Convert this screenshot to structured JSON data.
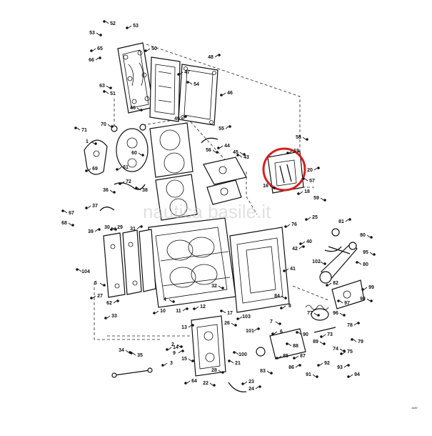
{
  "diagram": {
    "watermark": "nautica basile.it",
    "figure_code": "1487",
    "highlight_color": "#d42020",
    "callouts": [
      {
        "id": "c52",
        "text": "52"
      },
      {
        "id": "c53a",
        "text": "53"
      },
      {
        "id": "c53b",
        "text": "53"
      },
      {
        "id": "c66",
        "text": "66"
      },
      {
        "id": "c65",
        "text": "65"
      },
      {
        "id": "c63",
        "text": "63"
      },
      {
        "id": "c51",
        "text": "51"
      },
      {
        "id": "c46a",
        "text": "46"
      },
      {
        "id": "c46b",
        "text": "46"
      },
      {
        "id": "c49",
        "text": "49"
      },
      {
        "id": "c47",
        "text": "47"
      },
      {
        "id": "c70",
        "text": "70"
      },
      {
        "id": "c71",
        "text": "71"
      },
      {
        "id": "c1",
        "text": "1"
      },
      {
        "id": "c69",
        "text": "69"
      },
      {
        "id": "c55",
        "text": "55"
      },
      {
        "id": "c44",
        "text": "44"
      },
      {
        "id": "c45",
        "text": "45"
      },
      {
        "id": "c43",
        "text": "43"
      },
      {
        "id": "c58",
        "text": "58"
      },
      {
        "id": "c19",
        "text": "19"
      },
      {
        "id": "c20",
        "text": "20"
      },
      {
        "id": "c18",
        "text": "18"
      },
      {
        "id": "c16",
        "text": "16"
      },
      {
        "id": "c57",
        "text": "57"
      },
      {
        "id": "c59",
        "text": "59"
      },
      {
        "id": "c25",
        "text": "25"
      },
      {
        "id": "c39",
        "text": "39"
      },
      {
        "id": "c37",
        "text": "37"
      },
      {
        "id": "c36",
        "text": "36"
      },
      {
        "id": "c38",
        "text": "38"
      },
      {
        "id": "c30",
        "text": "30"
      },
      {
        "id": "c29",
        "text": "29"
      },
      {
        "id": "c31",
        "text": "31"
      },
      {
        "id": "c76",
        "text": "76"
      },
      {
        "id": "c80a",
        "text": "80"
      },
      {
        "id": "c80b",
        "text": "80"
      },
      {
        "id": "c95",
        "text": "95"
      },
      {
        "id": "c40",
        "text": "40"
      },
      {
        "id": "c42",
        "text": "42"
      },
      {
        "id": "c41",
        "text": "41"
      },
      {
        "id": "c102",
        "text": "102"
      },
      {
        "id": "c104",
        "text": "104"
      },
      {
        "id": "c5",
        "text": "5"
      },
      {
        "id": "c27",
        "text": "27"
      },
      {
        "id": "c62",
        "text": "62"
      },
      {
        "id": "c33",
        "text": "33"
      },
      {
        "id": "c34",
        "text": "34"
      },
      {
        "id": "c35",
        "text": "35"
      },
      {
        "id": "c4",
        "text": "4"
      },
      {
        "id": "c10",
        "text": "10"
      },
      {
        "id": "c11",
        "text": "11"
      },
      {
        "id": "c12",
        "text": "12"
      },
      {
        "id": "c26",
        "text": "26"
      },
      {
        "id": "c17",
        "text": "17"
      },
      {
        "id": "c32",
        "text": "32"
      },
      {
        "id": "c8",
        "text": "8"
      },
      {
        "id": "c78",
        "text": "78"
      },
      {
        "id": "c73",
        "text": "73"
      },
      {
        "id": "c77",
        "text": "77"
      },
      {
        "id": "c79",
        "text": "79"
      },
      {
        "id": "c74",
        "text": "74"
      },
      {
        "id": "c75",
        "text": "75"
      },
      {
        "id": "c13",
        "text": "13"
      },
      {
        "id": "c14",
        "text": "14"
      },
      {
        "id": "c15",
        "text": "15"
      },
      {
        "id": "c100",
        "text": "100"
      },
      {
        "id": "c83",
        "text": "83"
      },
      {
        "id": "c85",
        "text": "85"
      },
      {
        "id": "c86",
        "text": "86"
      },
      {
        "id": "c87",
        "text": "87"
      },
      {
        "id": "c89",
        "text": "89"
      },
      {
        "id": "c90",
        "text": "90"
      },
      {
        "id": "c22",
        "text": "22"
      },
      {
        "id": "c23",
        "text": "23"
      },
      {
        "id": "c24",
        "text": "24"
      },
      {
        "id": "c64",
        "text": "64"
      },
      {
        "id": "c28",
        "text": "28"
      },
      {
        "id": "c21",
        "text": "21"
      },
      {
        "id": "c2",
        "text": "2"
      },
      {
        "id": "c3",
        "text": "3"
      },
      {
        "id": "c9",
        "text": "9"
      },
      {
        "id": "c6",
        "text": "6"
      },
      {
        "id": "c7",
        "text": "7"
      },
      {
        "id": "c54",
        "text": "54"
      },
      {
        "id": "c60",
        "text": "60"
      },
      {
        "id": "c61",
        "text": "61"
      },
      {
        "id": "c48",
        "text": "48"
      },
      {
        "id": "c50",
        "text": "50"
      },
      {
        "id": "c56",
        "text": "56"
      },
      {
        "id": "c67",
        "text": "67"
      },
      {
        "id": "c68",
        "text": "68"
      },
      {
        "id": "c72",
        "text": "72"
      },
      {
        "id": "c81",
        "text": "81"
      },
      {
        "id": "c82",
        "text": "82"
      },
      {
        "id": "c84",
        "text": "84"
      },
      {
        "id": "c88",
        "text": "88"
      },
      {
        "id": "c91",
        "text": "91"
      },
      {
        "id": "c92",
        "text": "92"
      },
      {
        "id": "c93",
        "text": "93"
      },
      {
        "id": "c94",
        "text": "94"
      },
      {
        "id": "c96",
        "text": "96"
      },
      {
        "id": "c97",
        "text": "97"
      },
      {
        "id": "c98",
        "text": "98"
      },
      {
        "id": "c99",
        "text": "99"
      },
      {
        "id": "c101",
        "text": "101"
      },
      {
        "id": "c103",
        "text": "103"
      }
    ]
  }
}
